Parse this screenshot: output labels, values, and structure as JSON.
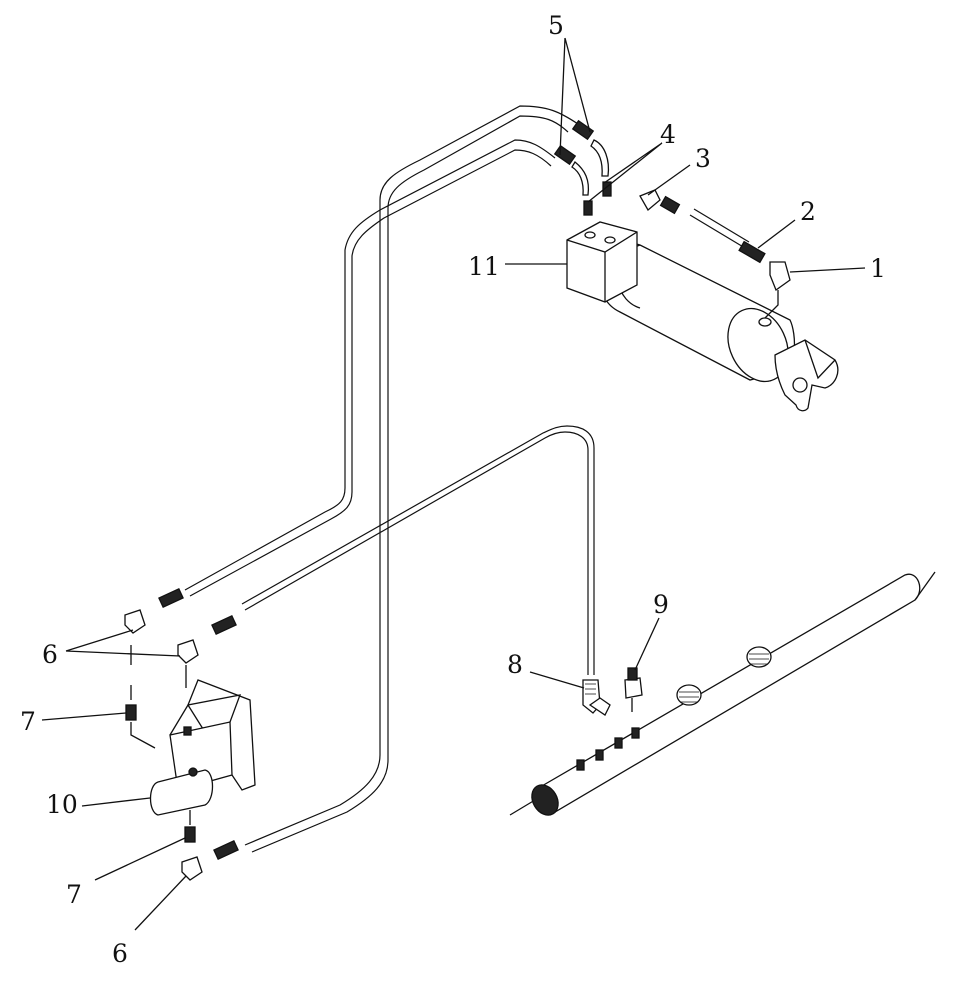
{
  "callouts": {
    "c1": "1",
    "c2": "2",
    "c3": "3",
    "c4": "4",
    "c5": "5",
    "c6a": "6",
    "c6b": "6",
    "c7a": "7",
    "c7b": "7",
    "c8": "8",
    "c9": "9",
    "c10": "10",
    "c11": "11"
  }
}
